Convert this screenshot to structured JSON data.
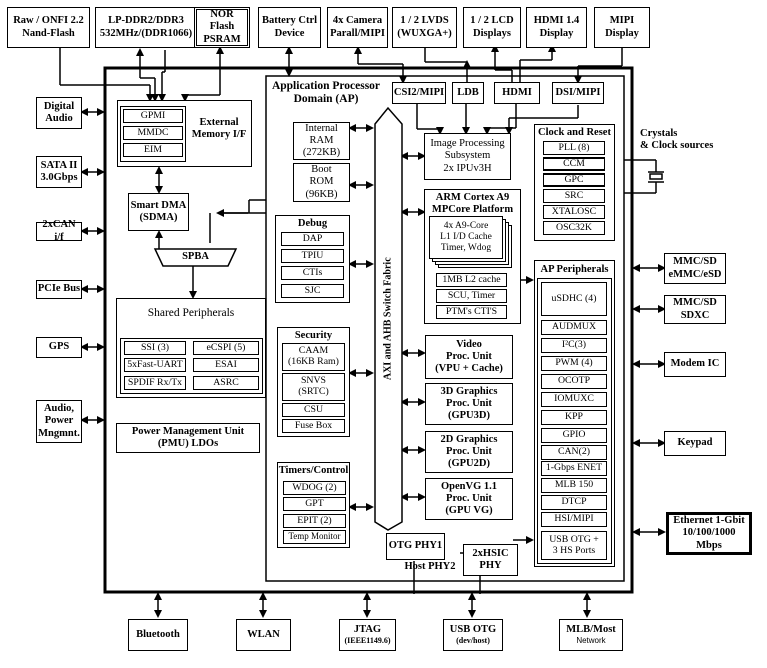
{
  "top": {
    "raw_onfi": "Raw / ONFI 2.2\nNand-Flash",
    "lpddr": "LP-DDR2/DDR3\n532MHz/(DDR1066)",
    "nor": "NOR Flash\nPSRAM",
    "battery": "Battery Ctrl\nDevice",
    "camera": "4x Camera\nParall/MIPI",
    "lvds": "1 / 2 LVDS\n(WUXGA+)",
    "lcd": "1 / 2 LCD\nDisplays",
    "hdmi": "HDMI 1.4\nDisplay",
    "mipi": "MIPI\nDisplay"
  },
  "left": {
    "digital_audio": "Digital\nAudio",
    "sata": "SATA II\n3.0Gbps",
    "can": "2xCAN i/f",
    "pcie": "PCIe Bus",
    "gps": "GPS",
    "audio_power": "Audio,\nPower\nMngmnt."
  },
  "right": {
    "crystals": "Crystals\n& Clock sources",
    "mmc_emmc": "MMC/SD\neMMC/eSD",
    "mmc_sdxc": "MMC/SD\nSDXC",
    "modem": "Modem IC",
    "keypad": "Keypad",
    "ethernet": "Ethernet 1-Gbit\n10/100/1000\nMbps"
  },
  "bottom": {
    "bluetooth": "Bluetooth",
    "wlan": "WLAN",
    "jtag": "JTAG",
    "jtag_sub": "(IEEE1149.6)",
    "usb_otg": "USB OTG",
    "usb_otg_sub": "(dev/host)",
    "mlb": "MLB/Most",
    "mlb_sub": "Network"
  },
  "core": {
    "ap_domain": "Application Processor\nDomain (AP)",
    "ext_mem_title": "External\nMemory I/F",
    "gpmi": "GPMI",
    "mmdc": "MMDC",
    "eim": "EIM",
    "internal_ram": "Internal\nRAM\n(272KB)",
    "boot_rom": "Boot\nROM\n(96KB)",
    "smart_dma": "Smart DMA\n(SDMA)",
    "spba": "SPBA",
    "shared_title": "Shared Peripherals",
    "ssi": "SSI (3)",
    "ecspi": "eCSPI (5)",
    "uart": "5xFast-UART",
    "esai": "ESAI",
    "spdif": "SPDIF Rx/Tx",
    "asrc": "ASRC",
    "pmu": "Power Management Unit\n(PMU) LDOs",
    "debug_title": "Debug",
    "dap": "DAP",
    "tpiu": "TPIU",
    "ctis": "CTIs",
    "sjc": "SJC",
    "security_title": "Security",
    "caam": "CAAM\n(16KB Ram)",
    "snvs": "SNVS\n(SRTC)",
    "csu": "CSU",
    "fuse": "Fuse Box",
    "timers_title": "Timers/Control",
    "wdog": "WDOG (2)",
    "gpt": "GPT",
    "epit": "EPIT (2)",
    "temp": "Temp Monitor",
    "fabric": "AXI and AHB Switch Fabric",
    "csi2": "CSI2/MIPI",
    "ldb": "LDB",
    "hdmi": "HDMI",
    "dsi": "DSI/MIPI",
    "ipu": "Image Processing\nSubsystem\n2x IPUv3H",
    "arm_title": "ARM Cortex A9\nMPCore Platform",
    "arm_core": "4x    A9-Core\nL1 I/D Cache\nTimer, Wdog",
    "l2": "1MB L2 cache",
    "scu": "SCU, Timer",
    "ptm": "PTM's CTI'S",
    "vpu": "Video\nProc. Unit\n(VPU + Cache)",
    "gpu3d": "3D Graphics\nProc. Unit\n(GPU3D)",
    "gpu2d": "2D Graphics\nProc. Unit\n(GPU2D)",
    "gpuvg": "OpenVG 1.1\nProc.  Unit\n(GPU VG)",
    "otg_phy": "OTG PHY1",
    "host_phy": "Host PHY2",
    "hsic": "2xHSIC\nPHY",
    "clock_title": "Clock and Reset",
    "pll": "PLL (8)",
    "ccm": "CCM",
    "gpc": "GPC",
    "src": "SRC",
    "xtalosc": "XTALOSC",
    "osc32k": "OSC32K",
    "periph_title": "AP Peripherals",
    "usdhc": "uSDHC (4)",
    "audmux": "AUDMUX",
    "i2c": "I²C(3)",
    "pwm": "PWM (4)",
    "ocotp": "OCOTP",
    "iomuxc": "IOMUXC",
    "kpp": "KPP",
    "gpio": "GPIO",
    "can2": "CAN(2)",
    "enet": "1-Gbps ENET",
    "mlb150": "MLB 150",
    "dtcp": "DTCP",
    "hsi": "HSI/MIPI",
    "usb_otg": "USB OTG +\n3 HS Ports"
  }
}
